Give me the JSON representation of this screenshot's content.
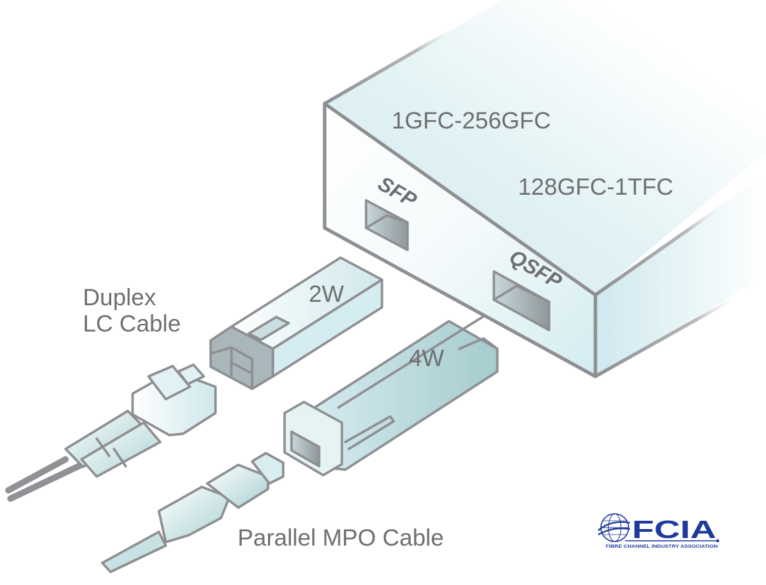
{
  "diagram": {
    "switch": {
      "top_label": "1GFC-256GFC",
      "right_label": "128GFC-1TFC",
      "ports": [
        {
          "name": "SFP",
          "label": "SFP"
        },
        {
          "name": "QSFP",
          "label": "QSFP"
        }
      ]
    },
    "modules": [
      {
        "name": "sfp-module",
        "power_label": "2W"
      },
      {
        "name": "qsfp-module",
        "power_label": "4W"
      }
    ],
    "cables": [
      {
        "name": "duplex-lc-cable",
        "label_line1": "Duplex",
        "label_line2": "LC Cable"
      },
      {
        "name": "parallel-mpo-cable",
        "label": "Parallel MPO Cable"
      }
    ],
    "logo": {
      "wordmark": "FCIA",
      "tagline": "FIBRE CHANNEL INDUSTRY ASSOCIATION",
      "color": "#1e3a9a"
    },
    "colors": {
      "outline": "#8e8f92",
      "fill_light": "#d4ecf0",
      "fill_dark": "#9fc7c9",
      "text": "#6e6f72"
    }
  }
}
